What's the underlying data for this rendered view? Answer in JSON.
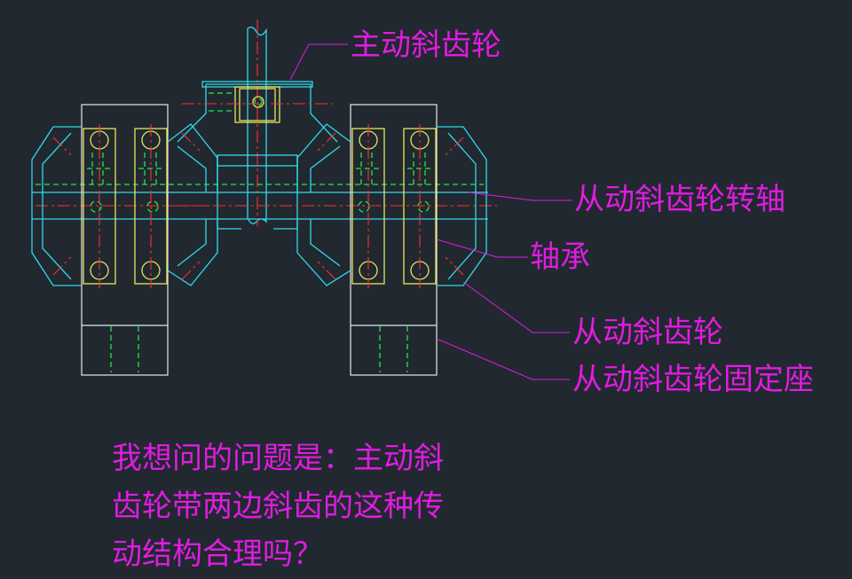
{
  "labels": {
    "drive_gear": "主动斜齿轮",
    "driven_shaft": "从动斜齿轮转轴",
    "bearing": "轴承",
    "driven_gear": "从动斜齿轮",
    "driven_seat": "从动斜齿轮固定座"
  },
  "question": {
    "line1": "我想问的问题是：主动斜",
    "line2": "齿轮带两边斜齿的这种传",
    "line3": "动结构合理吗？"
  },
  "colors": {
    "background": "#212830",
    "annotation": "#e01ce0",
    "bearing": "#e6e65a",
    "gear": "#2fd9e8",
    "frame": "#e8e8e8",
    "centerline": "#ff3030",
    "hidden": "#22e84a"
  }
}
